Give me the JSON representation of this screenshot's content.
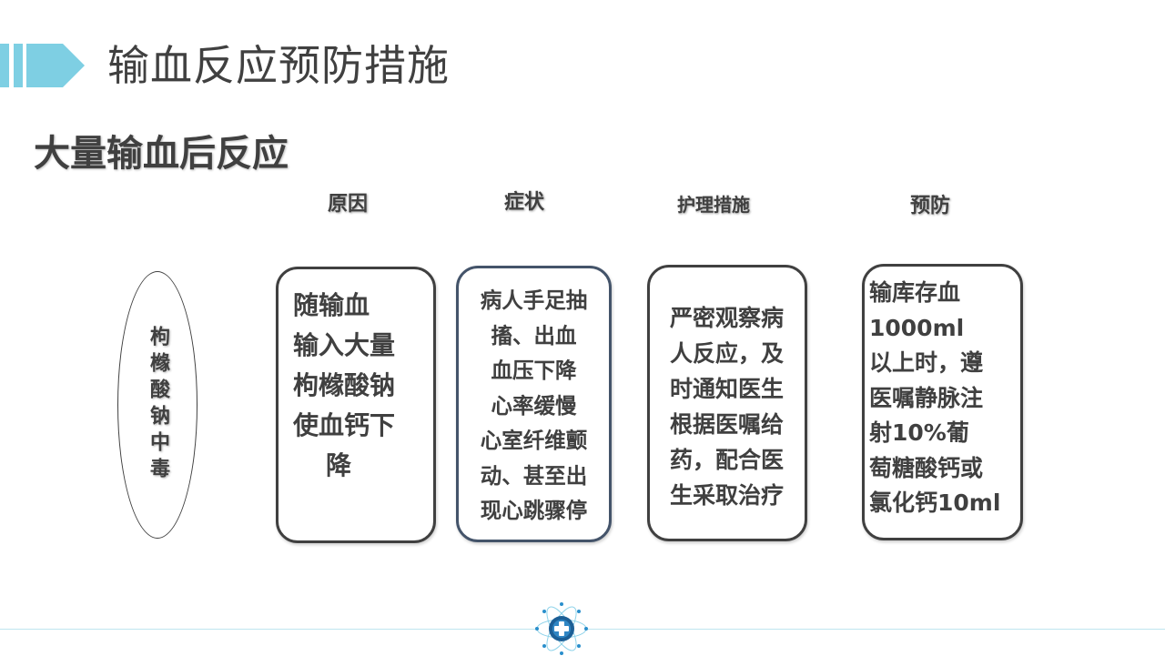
{
  "header": {
    "title": "输血反应预防措施",
    "accent_color": "#7ecfe3"
  },
  "section": {
    "subtitle": "大量输血后反应"
  },
  "columns": [
    {
      "heading": "原因"
    },
    {
      "heading": "症状"
    },
    {
      "heading": "护理措施"
    },
    {
      "heading": "预防"
    }
  ],
  "reaction": {
    "name": "枸橼酸钠中毒"
  },
  "cause": {
    "lines": [
      "随输血",
      "输入大量",
      "枸橼酸钠",
      "使血钙下",
      "降"
    ]
  },
  "symptoms": {
    "lines": [
      "病人手足抽",
      "搐、出血",
      "血压下降",
      "心率缓慢",
      "心室纤维颤",
      "动、甚至出",
      "现心跳骤停"
    ]
  },
  "nursing": {
    "lines": [
      "严密观察病",
      "人反应，及",
      "时通知医生",
      "根据医嘱给",
      "药，配合医",
      "生采取治疗"
    ]
  },
  "prevention": {
    "lines": [
      "输库存血",
      "1000ml",
      "以上时，遵",
      "医嘱静脉注",
      "射10%葡",
      "萄糖酸钙或",
      "氯化钙10ml"
    ]
  },
  "footer": {
    "emblem": "medical-cross-atom-icon",
    "line_color": "#bfe5ef"
  }
}
